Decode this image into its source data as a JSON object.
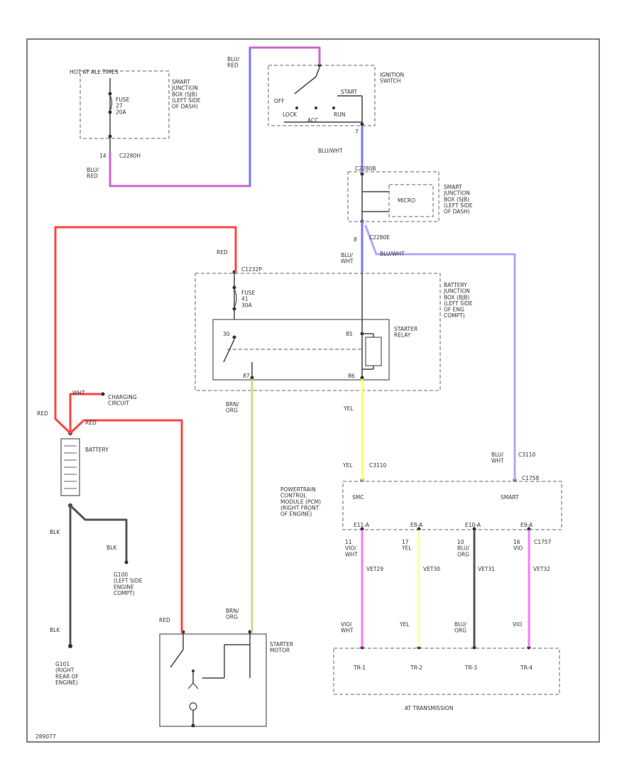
{
  "colors": {
    "red": "#ff4444",
    "pink": "#cc66cc",
    "blue": "#7777ff",
    "violet": "#aaaaff",
    "yellow": "#ffff66",
    "lightyellow": "#ffff99",
    "green": "#c8dd88",
    "gray": "#555555",
    "magenta": "#ff77ff"
  },
  "labels": {
    "hot_all_times": "HOT AT ALL TIMES",
    "fuse27": "FUSE\n27\n20A",
    "sjb_top": "SMART\nJUNCTION\nBOX (SJB)\n(LEFT SIDE\nOF DASH)",
    "pin14": "14",
    "c2280h": "C2280H",
    "blu_red_1": "BLU/\nRED",
    "blu_red_2": "BLU/\nRED",
    "ignition_switch": "IGNITION\nSWITCH",
    "off": "OFF",
    "start": "START",
    "lock": "LOCK",
    "acc": "ACC",
    "run": "RUN",
    "pin7": "7",
    "blu_wht_1": "BLU/WHT",
    "c2280b": "C2280B",
    "micro": "MICRO",
    "sjb_mid": "SMART\nJUNCTION\nBOX (SJB)\n(LEFT SIDE\nOF DASH)",
    "pin8": "8",
    "c2280e": "C2280E",
    "blu_wht_2": "BLU/\nWHT",
    "blu_wht_3": "BLU/WHT",
    "red_top": "RED",
    "c1232p": "C1232P",
    "fuse41": "FUSE\n41\n30A",
    "bjb": "BATTERY\nJUNCTION\nBOX (BJB)\n(LEFT SIDE\nOF ENG\nCOMPT)",
    "starter_relay": "STARTER\nRELAY",
    "pin30": "30",
    "pin85": "85",
    "pin87": "87",
    "pin86": "86",
    "brn_org_1": "BRN/\nORG",
    "yel_1": "YEL",
    "wht": "WHT",
    "charging_circuit": "CHARGING\nCIRCUIT",
    "red_left": "RED",
    "red_batt": "RED",
    "battery": "BATTERY",
    "blu_wht_4": "BLU/\nWHT",
    "c3110": "C3110",
    "yel_2": "YEL",
    "c3110_2": "C3110",
    "c1758": "C1758",
    "pcm": "POWERTRAIN\nCONTROL\nMODULE (PCM)\n(RIGHT FRONT\nOF ENGINE)",
    "smc": "SMC",
    "smart": "SMART",
    "pin_a": "E11-A",
    "pin_b": "E8-A",
    "pin_c": "E10-A",
    "pin_d": "E9-A",
    "vio_wht_1": "11\nVIO/\nWHT",
    "yel_3": "17\nYEL",
    "blu_org_1": "10\nBLU/\nORG",
    "vio_1": "16\nVIO",
    "vet29": "VET29",
    "vet30": "VET30",
    "vet31": "VET31",
    "vet32": "VET32",
    "c1757": "C1757",
    "blk_1": "BLK",
    "blk_2": "BLK",
    "blk_3": "BLK",
    "g100": "G100\n(LEFT SIDE\nENGINE\nCOMPT)",
    "g101": "G101\n(RIGHT\nREAR OF\nENGINE)",
    "red_starter": "RED",
    "brn_org_2": "BRN/\nORG",
    "starter_motor": "STARTER\nMOTOR",
    "vio_wht_2": "VIO/\nWHT",
    "yel_4": "YEL",
    "blu_org_2": "BLU/\nORG",
    "vio_2": "VIO",
    "tr1": "TR-1",
    "tr2": "TR-2",
    "tr3": "TR-3",
    "tr4": "TR-4",
    "transmission": "AT TRANSMISSION",
    "figure_id": "289077"
  }
}
